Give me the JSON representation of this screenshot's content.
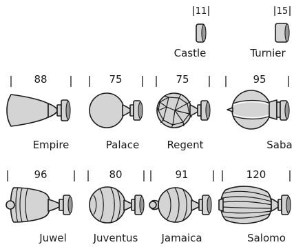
{
  "finials": [
    {
      "id": "castle",
      "name": "Castle",
      "size": "11"
    },
    {
      "id": "turnier",
      "name": "Turnier",
      "size": "15"
    },
    {
      "id": "empire",
      "name": "Empire",
      "size": "88"
    },
    {
      "id": "palace",
      "name": "Palace",
      "size": "75"
    },
    {
      "id": "regent",
      "name": "Regent",
      "size": "75"
    },
    {
      "id": "saba",
      "name": "Saba",
      "size": "95"
    },
    {
      "id": "juwel",
      "name": "Juwel",
      "size": "96"
    },
    {
      "id": "juventus",
      "name": "Juventus",
      "size": "80"
    },
    {
      "id": "jamaica",
      "name": "Jamaica",
      "size": "91"
    },
    {
      "id": "salomo",
      "name": "Salomo",
      "size": "120"
    }
  ]
}
